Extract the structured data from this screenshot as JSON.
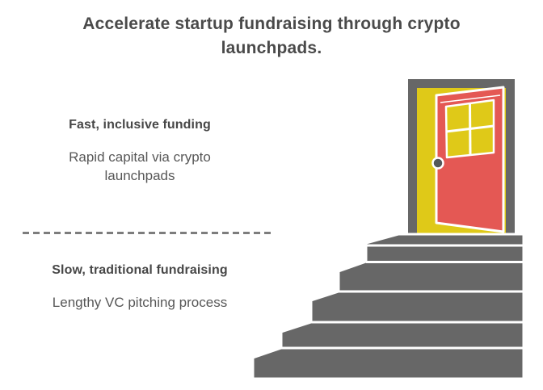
{
  "title": "Accelerate startup fundraising through crypto launchpads.",
  "comparison": {
    "fast": {
      "heading": "Fast, inclusive funding",
      "description": "Rapid capital via crypto launchpads"
    },
    "slow": {
      "heading": "Slow, traditional fundraising",
      "description": "Lengthy VC pitching process"
    }
  },
  "divider": {
    "style": "dashed",
    "color": "#7d7d7d"
  },
  "illustration": {
    "name": "open-door-at-top-of-staircase",
    "colors": {
      "door_red": "#E45854",
      "doorway_yellow": "#DFC918",
      "structure_gray": "#676767",
      "knob_gray": "#54585A",
      "outline_white": "#FFFFFF"
    },
    "text_colors": {
      "title_dark_gray": "#4a4a4a",
      "body_medium_gray": "#575757"
    }
  }
}
